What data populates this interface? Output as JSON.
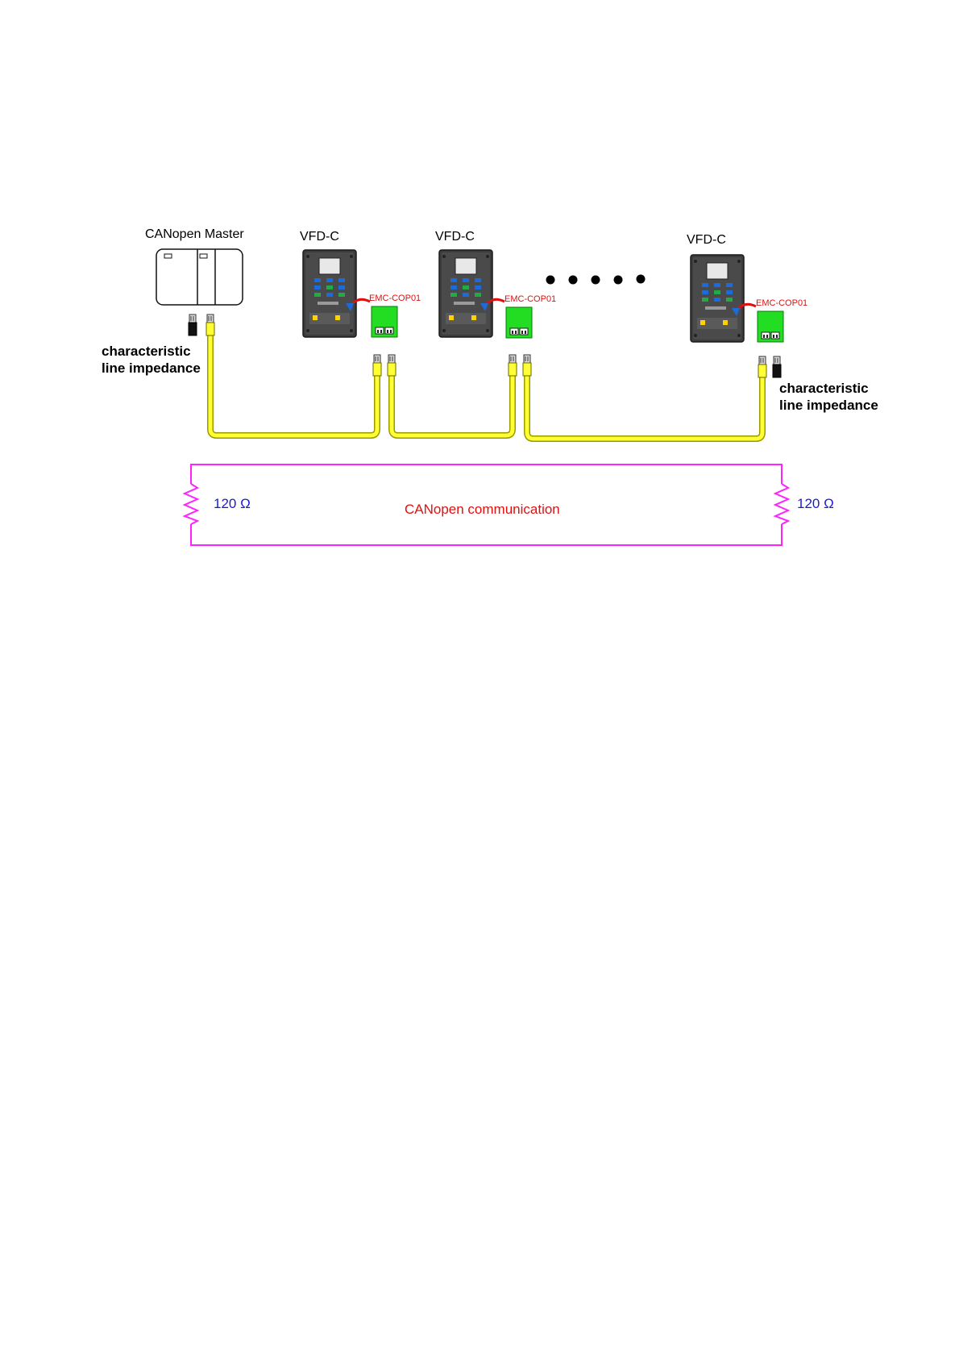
{
  "master": {
    "title": "CANopen Master"
  },
  "drives": [
    {
      "title": "VFD-C",
      "module": "EMC-COP01"
    },
    {
      "title": "VFD-C",
      "module": "EMC-COP01"
    },
    {
      "title": "VFD-C",
      "module": "EMC-COP01"
    }
  ],
  "terminator_left": {
    "line1": "characteristic",
    "line2": "line impedance"
  },
  "terminator_right": {
    "line1": "characteristic",
    "line2": "line impedance"
  },
  "bus": {
    "label": "CANopen communication",
    "resistor_left": "120 Ω",
    "resistor_right": "120 Ω"
  },
  "colors": {
    "cable": "#ffff33",
    "cable_outline": "#9a9a00",
    "module": "#22dd22",
    "bus_line": "#ff22ff",
    "module_label": "#e01010",
    "resistor_label": "#1a1ad0",
    "bus_label": "#e01010"
  }
}
